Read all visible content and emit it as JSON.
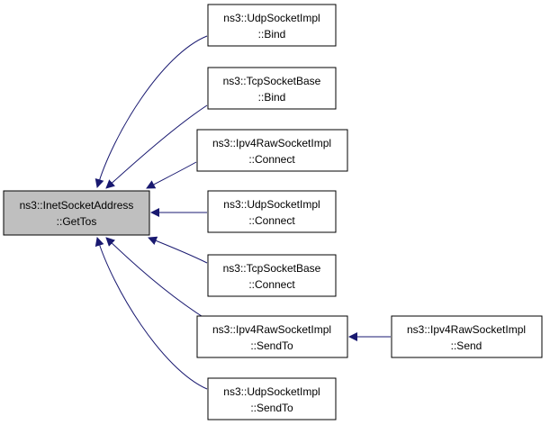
{
  "diagram": {
    "colors": {
      "edge": "#191970",
      "node_border": "#000000",
      "node_fill": "#ffffff",
      "root_fill": "#bfbfbf"
    },
    "root": {
      "id": "root",
      "line1": "ns3::InetSocketAddress",
      "line2": "::GetTos"
    },
    "callers": [
      {
        "id": "udp-bind",
        "line1": "ns3::UdpSocketImpl",
        "line2": "::Bind"
      },
      {
        "id": "tcp-bind",
        "line1": "ns3::TcpSocketBase",
        "line2": "::Bind"
      },
      {
        "id": "ipv4raw-connect",
        "line1": "ns3::Ipv4RawSocketImpl",
        "line2": "::Connect"
      },
      {
        "id": "udp-connect",
        "line1": "ns3::UdpSocketImpl",
        "line2": "::Connect"
      },
      {
        "id": "tcp-connect",
        "line1": "ns3::TcpSocketBase",
        "line2": "::Connect"
      },
      {
        "id": "ipv4raw-sendto",
        "line1": "ns3::Ipv4RawSocketImpl",
        "line2": "::SendTo"
      },
      {
        "id": "udp-sendto",
        "line1": "ns3::UdpSocketImpl",
        "line2": "::SendTo"
      }
    ],
    "secondary": [
      {
        "id": "ipv4raw-send",
        "line1": "ns3::Ipv4RawSocketImpl",
        "line2": "::Send"
      }
    ]
  }
}
